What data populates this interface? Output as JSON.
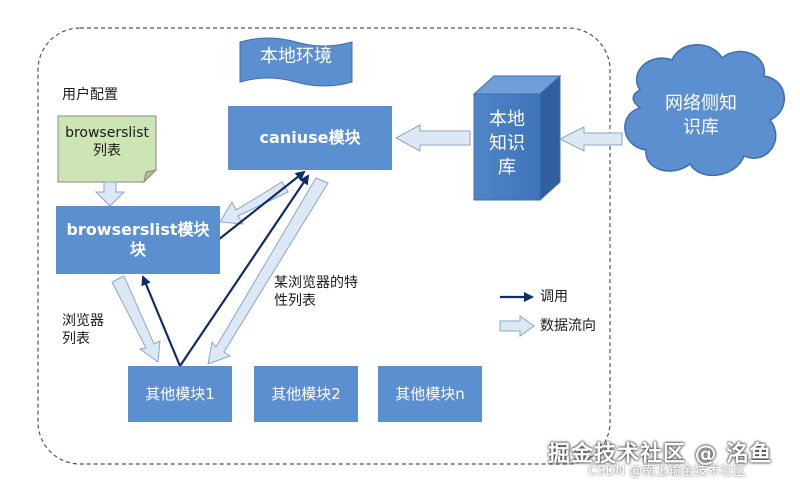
{
  "banner": "本地环境",
  "user_config_label": "用户配置",
  "browserslist_note": "browserslist\n列表",
  "caniuse_module": "caniuse模块",
  "browserslist_module": "browserslist模块\n块",
  "local_kb": "本地\n知识\n库",
  "network_kb": "网络侧知\n识库",
  "browser_list_label": "浏览器\n列表",
  "feature_list_label": "某浏览器的特\n性列表",
  "legend": {
    "call": "调用",
    "data_flow": "数据流向"
  },
  "other_modules": [
    "其他模块1",
    "其他模块2",
    "其他模块n"
  ],
  "watermark": "掘金技术社区 @ 洺鱼",
  "watermark_sub": "CSDN @南玉输金技术社区",
  "colors": {
    "box_fill": "#5b8fcf",
    "note_fill": "#cde4b4",
    "arrow_dark": "#102a6a",
    "flow_fill": "#dde8f5",
    "flow_stroke": "#8aa5cc"
  }
}
